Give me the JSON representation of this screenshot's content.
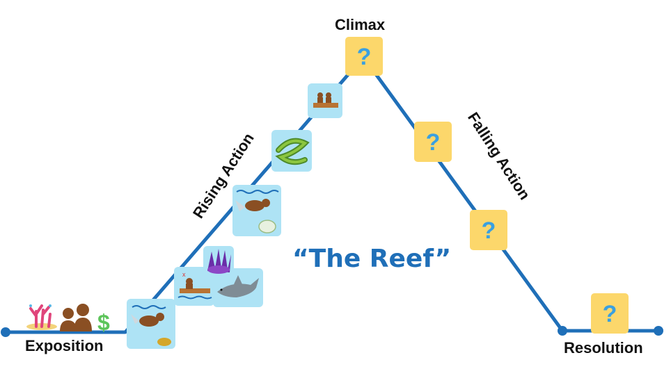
{
  "title": "“The Reef”",
  "labels": {
    "exposition": "Exposition",
    "rising": "Rising Action",
    "climax": "Climax",
    "falling": "Falling Action",
    "resolution": "Resolution"
  },
  "unknown_glyph": "?",
  "exposition_icon": "$",
  "colors": {
    "line": "#1f6fb8",
    "title": "#1f6fb8",
    "tile_yellow": "#fcd76b",
    "tile_blue": "#aee3f5",
    "question": "#3aa0e0"
  },
  "icons": {
    "exposition": [
      "coral-icon",
      "two-people-icon",
      "dollar-icon"
    ],
    "rising": [
      "diver-icon",
      "boat-icon",
      "shark-icon",
      "sea-urchin-icon",
      "diver-shell-icon",
      "eel-icon",
      "boat-pair-icon"
    ]
  }
}
